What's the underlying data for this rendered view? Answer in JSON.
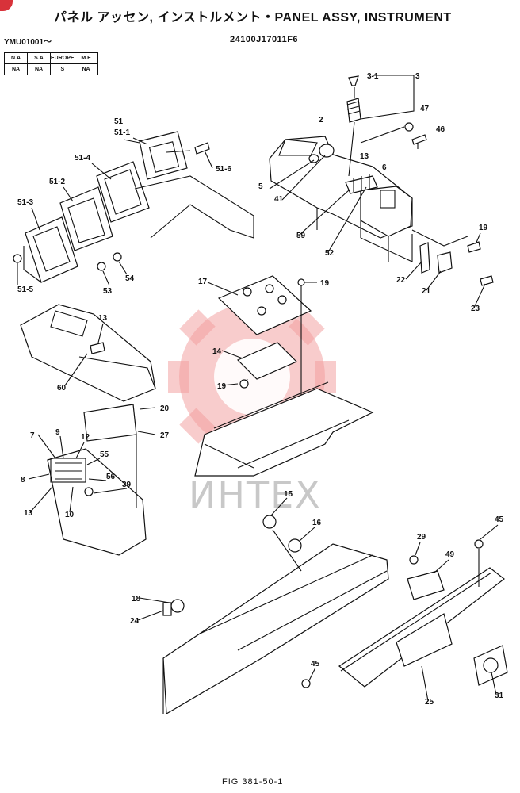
{
  "title": "パネル アッセン, インストルメント・PANEL ASSY, INSTRUMENT",
  "serial_range": "YMU01001〜",
  "part_number": "24100J17011F6",
  "region_table": {
    "headers": [
      "N.A",
      "S.A",
      "EUROPE",
      "M.E"
    ],
    "values": [
      "NA",
      "NA",
      "S",
      "NA"
    ]
  },
  "watermark_text": "ИНТЕХ",
  "figure_number": "FIG 381-50-1",
  "callouts": [
    "3-1",
    "3",
    "2",
    "47",
    "46",
    "13",
    "6",
    "5",
    "41",
    "59",
    "52",
    "19",
    "22",
    "21",
    "23",
    "51",
    "51-1",
    "51-6",
    "51-4",
    "51-2",
    "51-3",
    "51-5",
    "53",
    "54",
    "17",
    "19",
    "14",
    "19",
    "13",
    "60",
    "20",
    "27",
    "7",
    "9",
    "12",
    "55",
    "8",
    "56",
    "39",
    "13",
    "10",
    "15",
    "16",
    "29",
    "49",
    "45",
    "18",
    "24",
    "45",
    "25",
    "31"
  ],
  "colors": {
    "watermark": "#f19a9a",
    "corner_mark": "#d8323a",
    "ink": "#111111"
  }
}
